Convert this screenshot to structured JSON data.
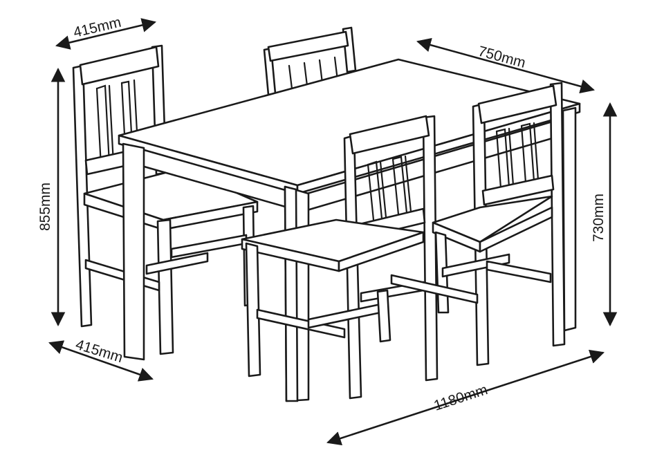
{
  "diagram": {
    "dimensions": {
      "chair_width_top": "415mm",
      "chair_height": "855mm",
      "table_depth": "750mm",
      "table_height": "730mm",
      "chair_depth": "415mm",
      "table_length": "1180mm"
    },
    "colors": {
      "line": "#1a1a1a",
      "background": "#ffffff"
    },
    "objects": [
      "dining-table",
      "chair-back-left",
      "chair-back-middle",
      "chair-front-left",
      "chair-front-right"
    ]
  }
}
